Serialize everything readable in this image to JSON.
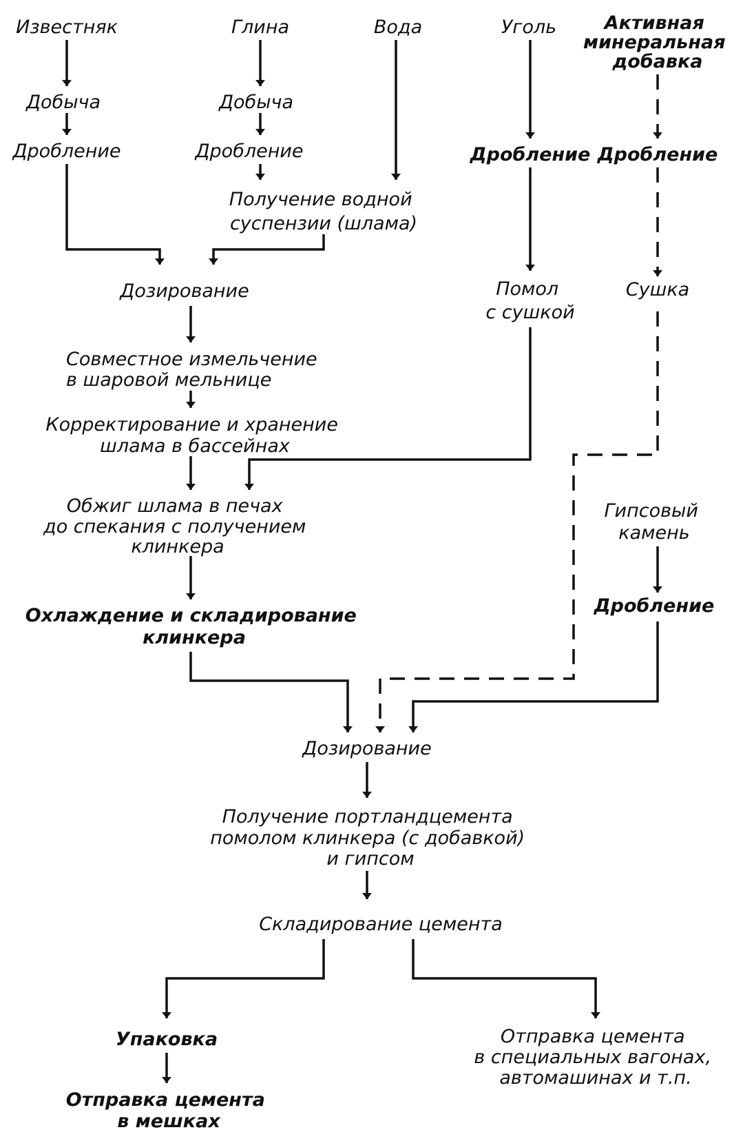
{
  "nodes": {
    "limestone": "Известняк",
    "clay": "Глина",
    "water": "Вода",
    "coal": "Уголь",
    "additive": [
      "Активная",
      "минеральная",
      "добавка"
    ],
    "limestone_mining": "Добыча",
    "clay_mining": "Добыча",
    "limestone_crushing": "Дробление",
    "clay_crushing": "Дробление",
    "coal_crushing": "Дробление",
    "additive_crushing": "Дробление",
    "slurry": [
      "Получение водной",
      "суспензии (шлама)"
    ],
    "dosing_1": "Дозирование",
    "coal_grinding": [
      "Помол",
      "с сушкой"
    ],
    "additive_drying": "Сушка",
    "joint_grinding": [
      "Совместное измельчение",
      "в шаровой мельнице"
    ],
    "correction": [
      "Корректирование и хранение",
      "шлама в бассейнах"
    ],
    "firing": [
      "Обжиг шлама в печах",
      "до спекания с получением",
      "клинкера"
    ],
    "gypsum": [
      "Гипсовый",
      "камень"
    ],
    "gypsum_crushing": "Дробление",
    "cooling": [
      "Охлаждение и складирование",
      "клинкера"
    ],
    "dosing_2": "Дозирование",
    "cement_production": [
      "Получение портландцемента",
      "помолом клинкера (с добавкой)",
      "и гипсом"
    ],
    "cement_storage": "Складирование цемента",
    "packing": "Упаковка",
    "bag_shipping": [
      "Отправка цемента",
      "в мешках"
    ],
    "bulk_shipping": [
      "Отправка цемента",
      "в специальных вагонах,",
      "автомашинах и т.п."
    ]
  }
}
